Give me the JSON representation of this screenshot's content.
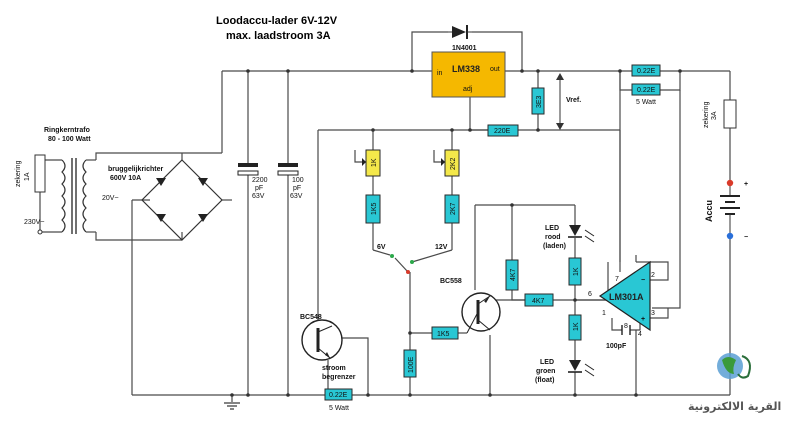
{
  "title": {
    "line1": "Loodaccu-lader 6V-12V",
    "line2": "max. laadstroom 3A"
  },
  "regulator": {
    "name": "LM338",
    "pin_in": "in",
    "pin_out": "out",
    "pin_adj": "adj"
  },
  "diode_top": "1N4001",
  "transformer": {
    "name": "Ringkerntrafo",
    "rating": "80 - 100 Watt",
    "secondary": "20V~"
  },
  "mains": {
    "voltage": "230V~",
    "fuse_label": "zekering",
    "fuse_value": "1A"
  },
  "bridge": {
    "name": "bruggelijkrichter",
    "rating": "600V 10A"
  },
  "cap1": {
    "value": "2200",
    "unit": "pF",
    "voltage": "63V"
  },
  "cap2": {
    "value": "100",
    "unit": "pF",
    "voltage": "63V"
  },
  "resistors": {
    "r_3e3": "3E3",
    "r_220e": "220E",
    "r_1k": "1K",
    "r_2k2": "2K2",
    "r_1k5a": "1K5",
    "r_2k7": "2K7",
    "r_1k5b": "1K5",
    "r_100e": "100E",
    "r_4k7a": "4K7",
    "r_4k7b": "4K7",
    "r_1ka": "1K",
    "r_1kb": "1K",
    "r_022a": "0.22E",
    "r_022b": "0.22E",
    "r_022c": "0.22E",
    "power_5w": "5 Watt",
    "power_5w_bottom": "5 Watt"
  },
  "vref": "Vref.",
  "switch": {
    "pos1": "6V",
    "pos2": "12V"
  },
  "transistors": {
    "q1": "BC558",
    "q2": "BC548"
  },
  "limiter": {
    "line1": "stroom",
    "line2": "begrenzer"
  },
  "led_red": {
    "line1": "LED",
    "line2": "rood",
    "line3": "(laden)"
  },
  "led_green": {
    "line1": "LED",
    "line2": "groen",
    "line3": "(float)"
  },
  "opamp": {
    "name": "LM301A",
    "pin7": "7",
    "pin2": "2",
    "pin3": "3",
    "pin6": "6",
    "pin1": "1",
    "pin8": "8",
    "pin4": "4",
    "minus": "−",
    "plus": "+"
  },
  "cap3": "100pF",
  "fuse_out": {
    "label": "zekering",
    "value": "3A"
  },
  "battery": {
    "label": "Accu",
    "plus": "+",
    "minus": "−"
  },
  "watermark": "القرية الالكترونية",
  "colors": {
    "resistor": "#29c7d4",
    "resistor_adj": "#f4e84a",
    "regulator": "#f5b800",
    "wire": "#4a4a4a"
  }
}
